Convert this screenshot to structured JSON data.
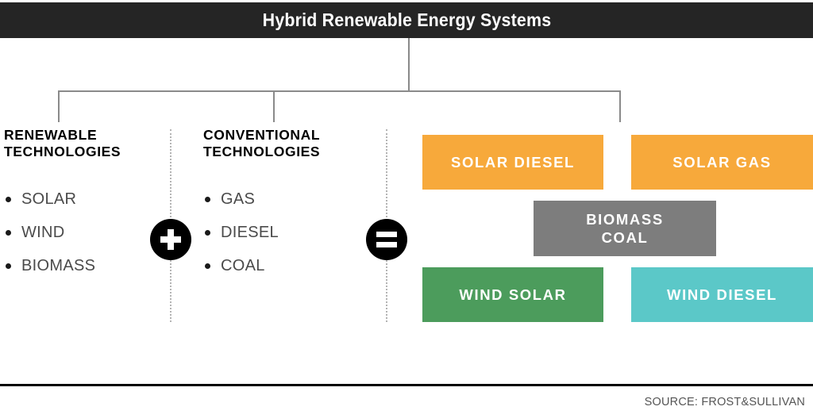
{
  "header": {
    "title": "Hybrid Renewable Energy Systems",
    "background_color": "#252525",
    "text_color": "#ffffff"
  },
  "columns": [
    {
      "id": "renewable",
      "heading_line1": "RENEWABLE",
      "heading_line2": "TECHNOLOGIES",
      "items": [
        "SOLAR",
        "WIND",
        "BIOMASS"
      ]
    },
    {
      "id": "conventional",
      "heading_line1": "CONVENTIONAL",
      "heading_line2": "TECHNOLOGIES",
      "items": [
        "GAS",
        "DIESEL",
        "COAL"
      ]
    }
  ],
  "operators": {
    "plus": "+",
    "equals": "="
  },
  "results": [
    {
      "id": "solar-diesel",
      "label_line1": "SOLAR DIESEL",
      "label_line2": "",
      "color": "#F7A93B"
    },
    {
      "id": "solar-gas",
      "label_line1": "SOLAR GAS",
      "label_line2": "",
      "color": "#F7A93B"
    },
    {
      "id": "biomass-coal",
      "label_line1": "BIOMASS",
      "label_line2": "COAL",
      "color": "#7D7D7D"
    },
    {
      "id": "wind-solar",
      "label_line1": "WIND SOLAR",
      "label_line2": "",
      "color": "#4C9C5C"
    },
    {
      "id": "wind-diesel",
      "label_line1": "WIND DIESEL",
      "label_line2": "",
      "color": "#5BC8C8"
    }
  ],
  "footer": {
    "source": "SOURCE: FROST&SULLIVAN"
  }
}
